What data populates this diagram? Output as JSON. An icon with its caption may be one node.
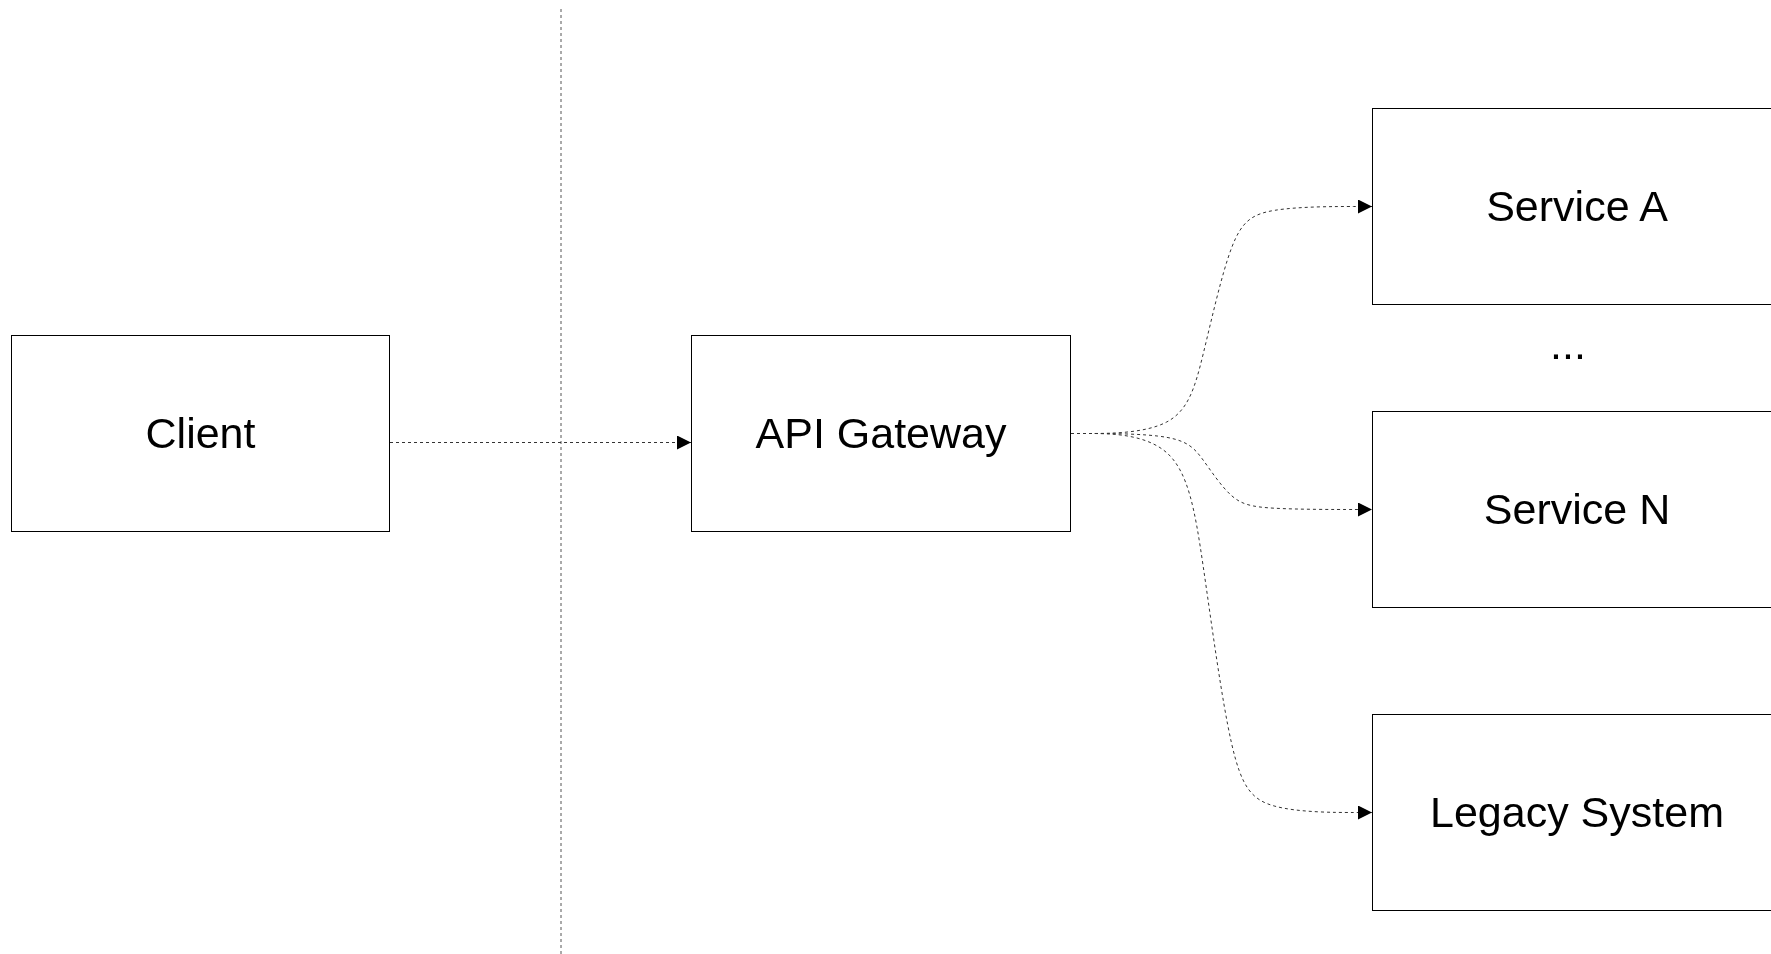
{
  "diagram": {
    "nodes": [
      {
        "text": [
          "Client"
        ]
      },
      {
        "text": [
          "API Gateway"
        ]
      },
      {
        "text": [
          "Service A"
        ]
      },
      {
        "text": [
          "Service N"
        ]
      },
      {
        "text": [
          "Legacy System"
        ]
      }
    ],
    "edges": [
      {
        "from": 0,
        "to": 1,
        "arrow": "to"
      },
      {
        "from": 1,
        "to": 2,
        "arrow": "to"
      },
      {
        "from": 1,
        "to": 3,
        "arrow": "to"
      },
      {
        "from": 1,
        "to": 4,
        "arrow": "to"
      }
    ],
    "labels": [
      "..."
    ]
  }
}
